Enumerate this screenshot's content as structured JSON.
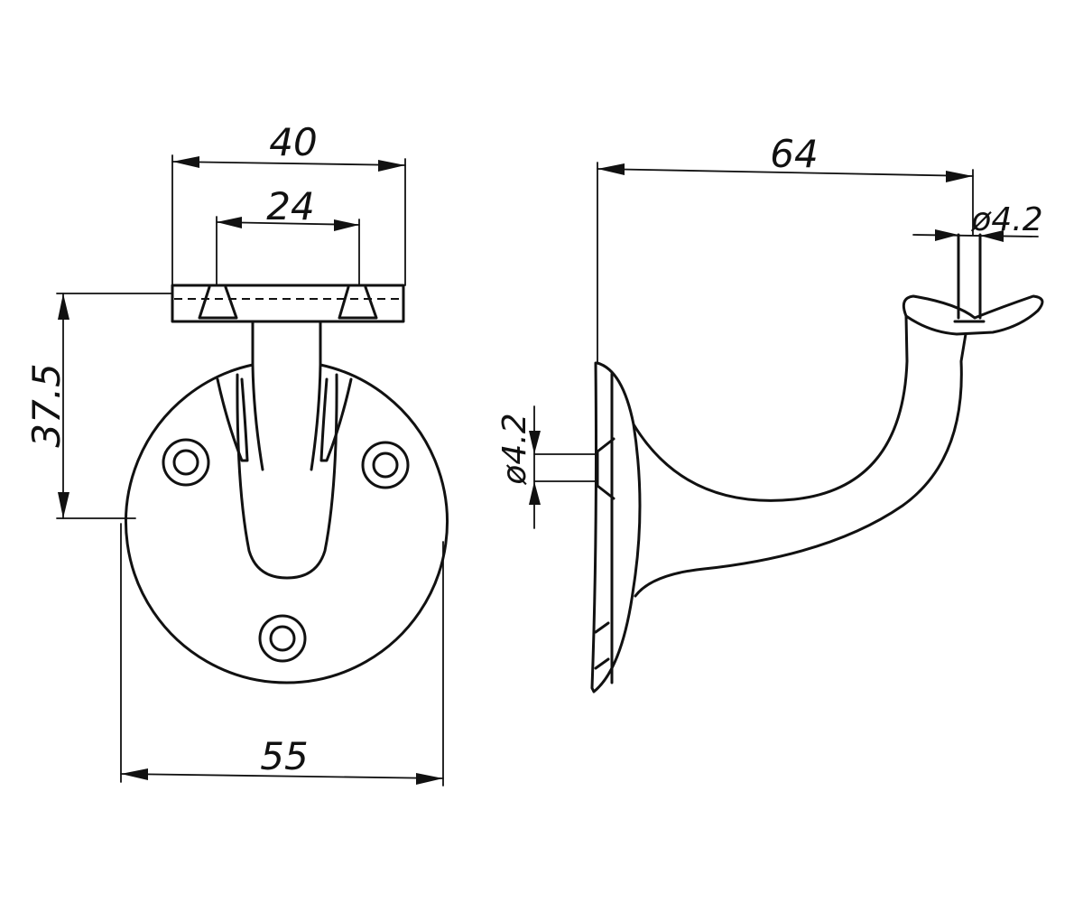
{
  "drawing": {
    "dimensions": {
      "plate_width": "40",
      "hole_spacing": "24",
      "height": "37.5",
      "base_diameter": "55",
      "projection": "64",
      "top_hole": "ø4.2",
      "base_hole": "ø4.2"
    },
    "colors": {
      "line": "#111111",
      "background": "#ffffff"
    }
  }
}
